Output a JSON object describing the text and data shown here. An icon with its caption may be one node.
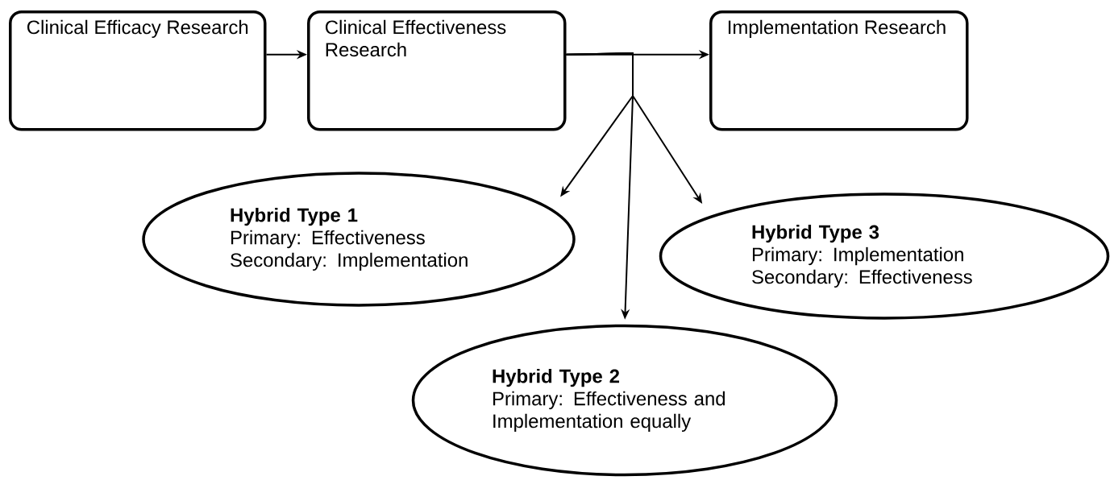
{
  "diagram": {
    "nodes": [
      {
        "text": [
          "Clinical Efficacy Research"
        ]
      },
      {
        "text": [
          "Clinical Effectiveness Research"
        ]
      },
      {
        "text": [
          "Implementation Research"
        ]
      },
      {
        "text": [
          "Hybrid Type 1",
          "Primary: Effectiveness",
          "Secondary: Implementation"
        ]
      },
      {
        "text": [
          "Hybrid Type 3",
          "Primary: Implementation",
          "Secondary: Effectiveness"
        ]
      },
      {
        "text": [
          "Hybrid Type 2",
          "Primary: Effectiveness and Implementation equally"
        ]
      }
    ],
    "edges": [
      {
        "from": 0,
        "to": 1,
        "arrow": "to"
      },
      {
        "from": 1,
        "to": 2,
        "arrow": "to"
      },
      {
        "from": 1,
        "to": 3,
        "arrow": "to"
      },
      {
        "from": 1,
        "to": 5,
        "arrow": "to"
      },
      {
        "from": 1,
        "to": 4,
        "arrow": "to"
      }
    ]
  }
}
